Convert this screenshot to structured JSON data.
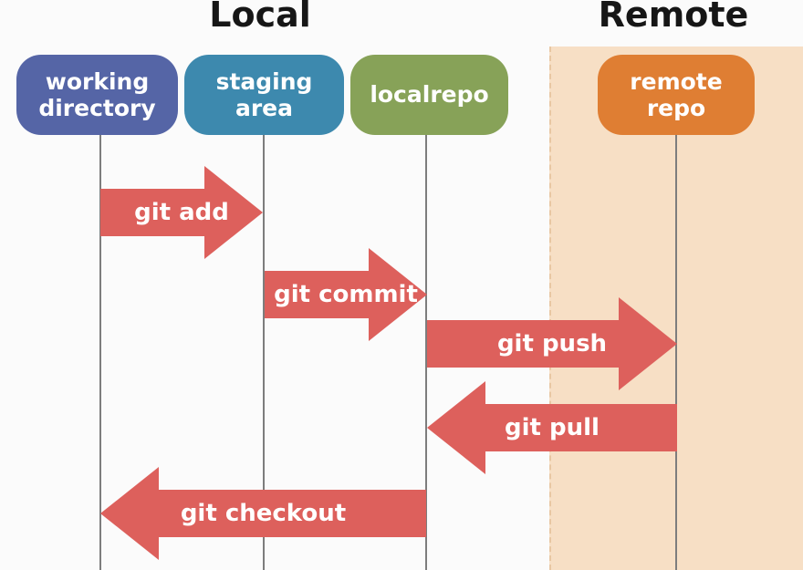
{
  "titles": {
    "local": "Local",
    "remote": "Remote"
  },
  "nodes": {
    "working": {
      "label": "working\ndirectory",
      "color": "#5565a6"
    },
    "staging": {
      "label": "staging\narea",
      "color": "#3d89ae"
    },
    "localrepo": {
      "label": "localrepo",
      "color": "#87a258"
    },
    "remote": {
      "label": "remote\nrepo",
      "color": "#df7e33"
    }
  },
  "arrows": {
    "add": {
      "label": "git add",
      "direction": "right",
      "from": "working directory",
      "to": "staging area"
    },
    "commit": {
      "label": "git commit",
      "direction": "right",
      "from": "staging area",
      "to": "localrepo"
    },
    "push": {
      "label": "git push",
      "direction": "right",
      "from": "localrepo",
      "to": "remote repo"
    },
    "pull": {
      "label": "git pull",
      "direction": "left",
      "from": "remote repo",
      "to": "localrepo"
    },
    "checkout": {
      "label": "git checkout",
      "direction": "left",
      "from": "localrepo",
      "to": "working directory"
    }
  },
  "colors": {
    "background": "#fbfbfb",
    "arrow": "#dd605c",
    "arrow_text": "#ffffff",
    "node_text": "#ffffff",
    "remote_band": "#f7dfc5",
    "remote_band_dash": "#e8c7a3",
    "lifeline": "#7d7d7d",
    "title_text": "#161616"
  }
}
